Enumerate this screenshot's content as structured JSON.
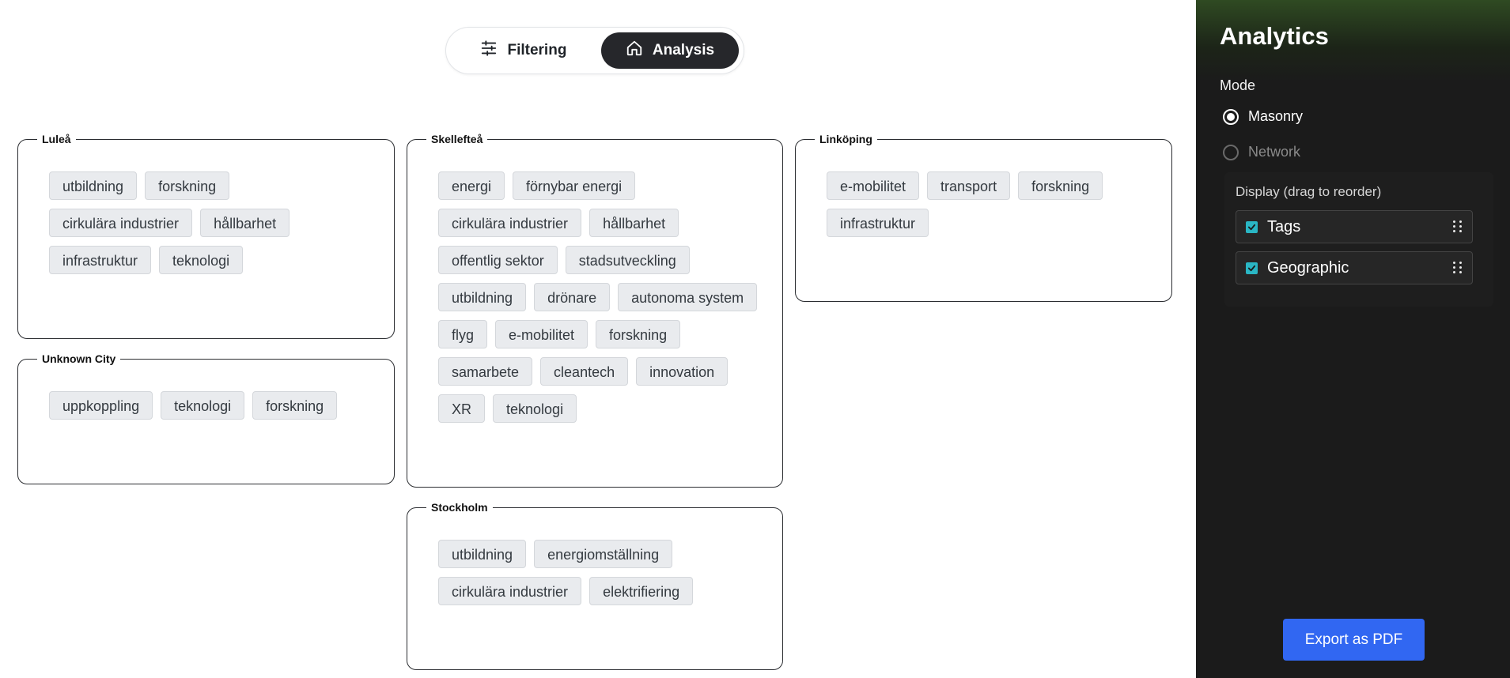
{
  "view_toggle": {
    "filtering_label": "Filtering",
    "analysis_label": "Analysis",
    "active": "Analysis"
  },
  "cards": {
    "lulea": {
      "title": "Luleå",
      "tags": [
        "utbildning",
        "forskning",
        "cirkulära industrier",
        "hållbarhet",
        "infrastruktur",
        "teknologi"
      ]
    },
    "unknown": {
      "title": "Unknown City",
      "tags": [
        "uppkoppling",
        "teknologi",
        "forskning"
      ]
    },
    "skelleftea": {
      "title": "Skellefteå",
      "tags": [
        "energi",
        "förnybar energi",
        "cirkulära industrier",
        "hållbarhet",
        "offentlig sektor",
        "stadsutveckling",
        "utbildning",
        "drönare",
        "autonoma system",
        "flyg",
        "e-mobilitet",
        "forskning",
        "samarbete",
        "cleantech",
        "innovation",
        "XR",
        "teknologi"
      ]
    },
    "stockholm": {
      "title": "Stockholm",
      "tags": [
        "utbildning",
        "energiomställning",
        "cirkulära industrier",
        "elektrifiering"
      ]
    },
    "linkoping": {
      "title": "Linköping",
      "tags": [
        "e-mobilitet",
        "transport",
        "forskning",
        "infrastruktur"
      ]
    }
  },
  "sidebar": {
    "title": "Analytics",
    "mode_label": "Mode",
    "modes": [
      {
        "label": "Masonry",
        "selected": true
      },
      {
        "label": "Network",
        "selected": false
      }
    ],
    "display_label": "Display (drag to reorder)",
    "display_items": [
      {
        "label": "Tags",
        "checked": true
      },
      {
        "label": "Geographic",
        "checked": true
      }
    ],
    "export_label": "Export as PDF"
  },
  "colors": {
    "accent_button": "#3167f2",
    "checkbox": "#2ab6c4",
    "sidebar_bg": "#1b1b1b",
    "active_toggle": "#26272b"
  }
}
